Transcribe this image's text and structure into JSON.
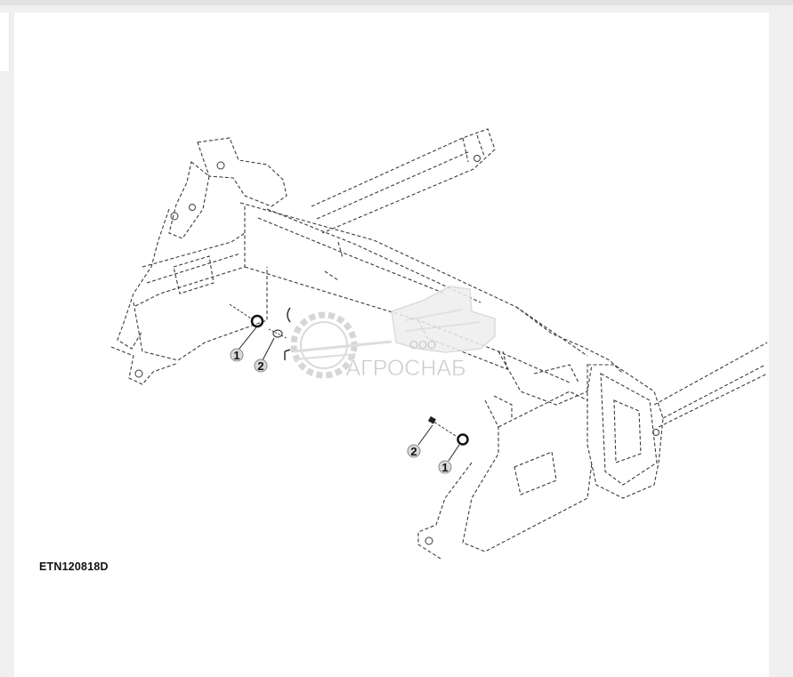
{
  "figure": {
    "id_label": "ETN120818D"
  },
  "callouts": {
    "left_washer": "1",
    "left_bolt": "2",
    "right_bolt": "2",
    "right_washer": "1"
  },
  "watermark": {
    "prefix": "ООО",
    "name": "АГРОСНАБ"
  },
  "colors": {
    "line": "#3a3a3a",
    "watermark": "#c9c9c9",
    "background": "#ffffff"
  }
}
